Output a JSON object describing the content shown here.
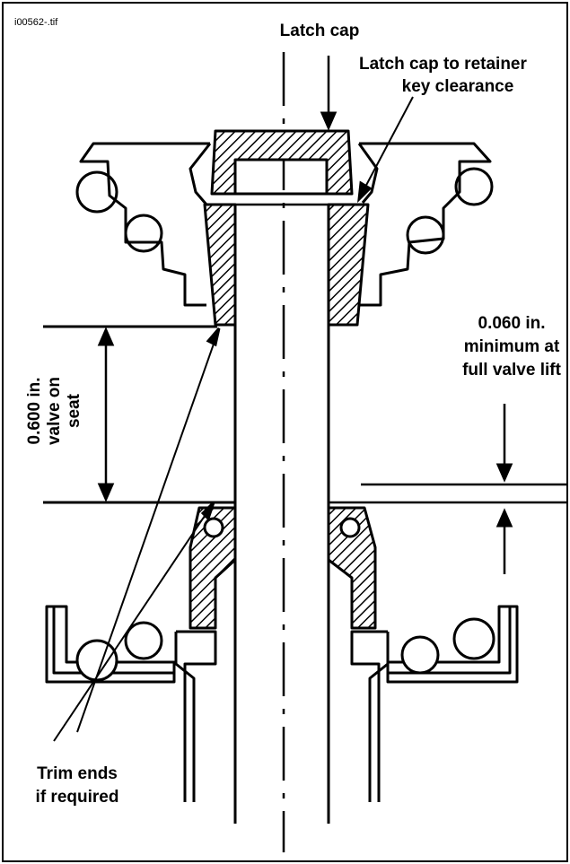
{
  "figure": {
    "file_name": "i00562-.tif",
    "labels": {
      "latch_cap": "Latch cap",
      "clearance_line1": "Latch cap to retainer",
      "clearance_line2": "key clearance",
      "min_line1": "0.060 in.",
      "min_line2": "minimum at",
      "min_line3": "full valve lift",
      "seat_line1": "0.600 in.",
      "seat_line2": "valve on",
      "seat_line3": "seat",
      "trim_line1": "Trim ends",
      "trim_line2": "if required"
    }
  }
}
